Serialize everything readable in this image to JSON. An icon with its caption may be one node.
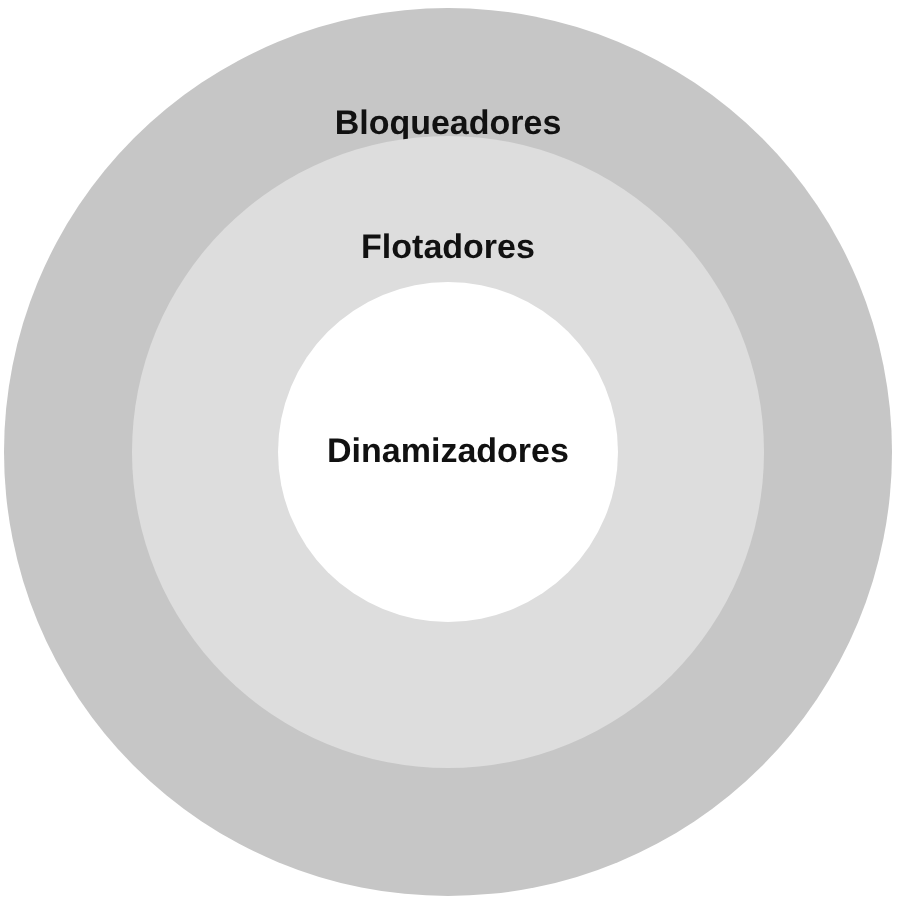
{
  "diagram": {
    "nodes": [
      {
        "text": [
          "Bloqueadores"
        ]
      },
      {
        "text": [
          "Flotadores"
        ],
        "in": 0
      },
      {
        "text": [
          "Dinamizadores"
        ],
        "in": 1
      }
    ]
  }
}
